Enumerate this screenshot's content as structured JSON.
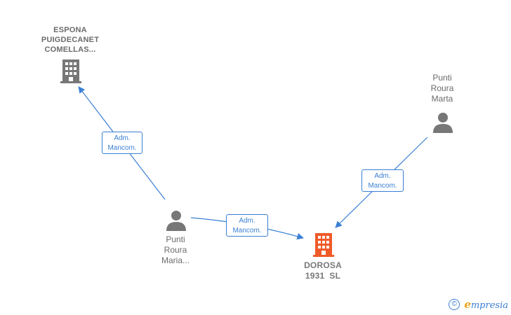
{
  "nodes": {
    "company_top": {
      "lines": [
        "ESPONA",
        "PUIGDECANET",
        "COMELLAS..."
      ],
      "icon": "building-icon",
      "color": "#777777"
    },
    "person_right": {
      "lines": [
        "Punti",
        "Roura",
        "Marta"
      ],
      "icon": "person-icon",
      "color": "#777777"
    },
    "person_center": {
      "lines": [
        "Punti",
        "Roura",
        "Maria..."
      ],
      "icon": "person-icon",
      "color": "#777777"
    },
    "company_main": {
      "lines": [
        "DOROSA",
        "1931  SL"
      ],
      "icon": "building-icon",
      "color": "#f05a28"
    }
  },
  "edges": [
    {
      "from": "person_center",
      "to": "company_top",
      "lines": [
        "Adm.",
        "Mancom."
      ]
    },
    {
      "from": "person_center",
      "to": "company_main",
      "lines": [
        "Adm.",
        "Mancom."
      ]
    },
    {
      "from": "person_right",
      "to": "company_main",
      "lines": [
        "Adm.",
        "Mancom."
      ]
    }
  ],
  "edge_color": "#3a7fd5",
  "brand": {
    "copyright": "©",
    "e": "e",
    "rest": "mpresia"
  }
}
